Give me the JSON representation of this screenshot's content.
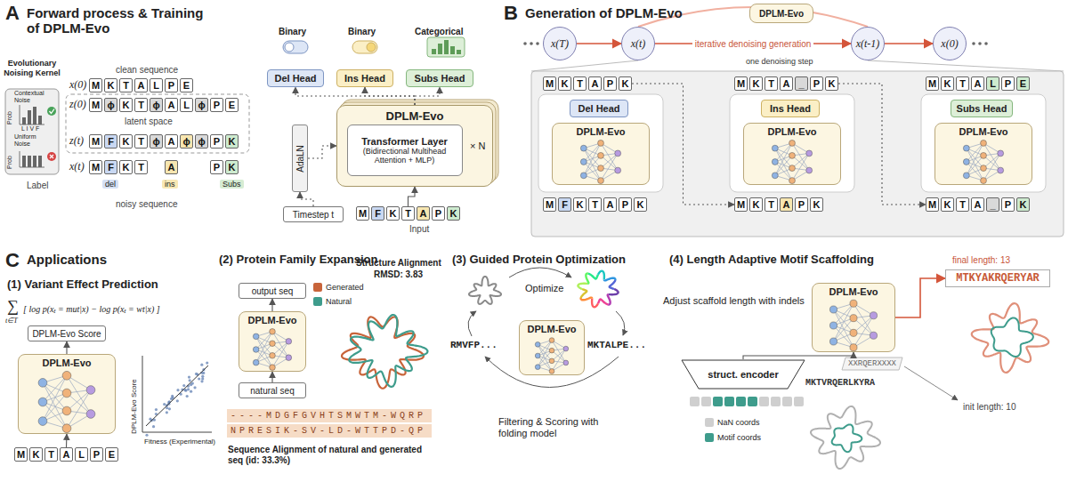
{
  "diagram": {
    "nodes": [
      {
        "text": [
          "Evolutionary Noising Kernel"
        ]
      },
      {
        "text": [
          "M",
          "K",
          "T",
          "A",
          "L",
          "P",
          "E"
        ]
      },
      {
        "text": [
          "M",
          "ϕ",
          "K",
          "T",
          "ϕ",
          "A",
          "L",
          "ϕ",
          "P",
          "E"
        ]
      },
      {
        "text": [
          "M",
          "F",
          "K",
          "T",
          "ϕ",
          "A",
          "ϕ",
          "ϕ",
          "P",
          "K"
        ]
      },
      {
        "text": [
          "M",
          "F",
          "K",
          "T",
          "A",
          "P",
          "K"
        ]
      },
      {
        "text": [
          "Del Head"
        ]
      },
      {
        "text": [
          "Ins Head"
        ]
      },
      {
        "text": [
          "Subs Head"
        ]
      },
      {
        "text": [
          "DPLM-Evo"
        ]
      },
      {
        "text": [
          "Transformer Layer",
          "(Bidirectional Multihead Attention + MLP)"
        ],
        "in": 8
      },
      {
        "text": [
          "AdaLN"
        ]
      },
      {
        "text": [
          "Timestep t"
        ]
      },
      {
        "text": [
          "M",
          "F",
          "K",
          "T",
          "A",
          "P",
          "K"
        ]
      },
      {
        "text": [
          "x(T)"
        ]
      },
      {
        "text": [
          "x(t)"
        ]
      },
      {
        "text": [
          "DPLM-Evo"
        ]
      },
      {
        "text": [
          "x(t-1)"
        ]
      },
      {
        "text": [
          "x(0)"
        ]
      },
      {
        "text": [
          "M",
          "K",
          "T",
          "A",
          "P",
          "K"
        ]
      },
      {
        "text": [
          "Del Head"
        ]
      },
      {
        "text": [
          "DPLM-Evo"
        ]
      },
      {
        "text": [
          "M",
          "F",
          "K",
          "T",
          "A",
          "P",
          "K"
        ]
      },
      {
        "text": [
          "M",
          "K",
          "T",
          "A",
          "_",
          "P",
          "K"
        ]
      },
      {
        "text": [
          "Ins Head"
        ]
      },
      {
        "text": [
          "DPLM-Evo"
        ]
      },
      {
        "text": [
          "M",
          "K",
          "T",
          "A",
          "P",
          "K"
        ]
      },
      {
        "text": [
          "M",
          "K",
          "T",
          "A",
          "L",
          "P",
          "E"
        ]
      },
      {
        "text": [
          "Subs Head"
        ]
      },
      {
        "text": [
          "DPLM-Evo"
        ]
      },
      {
        "text": [
          "M",
          "K",
          "T",
          "A",
          "_",
          "P",
          "K"
        ]
      },
      {
        "text": [
          "DPLM-Evo Score"
        ]
      },
      {
        "text": [
          "DPLM-Evo"
        ]
      },
      {
        "text": [
          "M",
          "K",
          "T",
          "A",
          "L",
          "P",
          "E"
        ]
      },
      {
        "text": [
          "output seq"
        ]
      },
      {
        "text": [
          "DPLM-Evo"
        ]
      },
      {
        "text": [
          "natural seq"
        ]
      },
      {
        "text": [
          "----MDGFGVHTSMWTM-WQRP"
        ]
      },
      {
        "text": [
          "NPRESIK-SV-LD-WTTPD-QP"
        ]
      },
      {
        "text": [
          "DPLM-Evo"
        ]
      },
      {
        "text": [
          "MTKYAKRQERYAR"
        ]
      },
      {
        "text": [
          "DPLM-Evo"
        ]
      },
      {
        "text": [
          "struct. encoder"
        ]
      }
    ],
    "edges": [
      {
        "from": 11,
        "to": 10,
        "arrow": "to"
      },
      {
        "from": 10,
        "to": 8,
        "arrow": "to"
      },
      {
        "from": 12,
        "to": 8,
        "arrow": "to"
      },
      {
        "from": 8,
        "to": 5,
        "arrow": "to"
      },
      {
        "from": 8,
        "to": 6,
        "arrow": "to"
      },
      {
        "from": 8,
        "to": 7,
        "arrow": "to"
      },
      {
        "from": 13,
        "to": 14,
        "arrow": "to"
      },
      {
        "from": 14,
        "to": 16,
        "label": "iterative denoising generation",
        "arrow": "to"
      },
      {
        "from": 16,
        "to": 17,
        "arrow": "to"
      },
      {
        "from": 18,
        "to": 25,
        "arrow": "to"
      },
      {
        "from": 22,
        "to": 29,
        "arrow": "to"
      },
      {
        "from": 32,
        "to": 31,
        "arrow": "to"
      },
      {
        "from": 31,
        "to": 30,
        "arrow": "to"
      },
      {
        "from": 35,
        "to": 34,
        "arrow": "to"
      },
      {
        "from": 34,
        "to": 33,
        "arrow": "to"
      },
      {
        "from": 40,
        "to": 39,
        "arrow": "to"
      },
      {
        "from": 41,
        "to": 40,
        "arrow": "to"
      }
    ],
    "labels": [
      "A",
      "Forward process & Training of DPLM-Evo",
      "Contextual Noise",
      "Prob",
      "L I V F",
      "Uniform Noise",
      "Prob",
      "clean sequence",
      "x(0)",
      "z(0)",
      "latent space",
      "z(t)",
      "x(t)",
      "Label",
      "del",
      "ins",
      "Subs",
      "noisy sequence",
      "Binary",
      "Binary",
      "Categorical",
      "× N",
      "Input",
      "B",
      "Generation of DPLM-Evo",
      "one denoising step",
      "C",
      "Applications",
      "(1) Variant Effect Prediction",
      "∑",
      "t∈T",
      "[ log p(xₜ = mut|x) − log p(xₜ = wt|x) ]",
      "DPLM-Evo Score",
      "Fitness (Experimental)",
      "(2) Protein Family Expansion",
      "Structure Alignment",
      "RMSD: 3.83",
      "Sequence Alignment of natural and generated seq (id: 33.3%)",
      "(3) Guided Protein Optimization",
      "Optimize",
      "RMVFP...",
      "MKTALPE...",
      "Filtering & Scoring with folding model",
      "(4) Length Adaptive Motif Scaffolding",
      "final length: 13",
      "Adjust scaffold length with indels",
      "XXRQERXXXX",
      "MKTVRQERLKYRA",
      "init length: 10"
    ],
    "legend": [
      {
        "text": "Generated",
        "color": "#c8643a"
      },
      {
        "text": "Natural",
        "color": "#3e9c8c"
      },
      {
        "text": "NaN coords",
        "color": "#cfcfcf"
      },
      {
        "text": "Motif coords",
        "color": "#3e9c8c"
      }
    ]
  }
}
